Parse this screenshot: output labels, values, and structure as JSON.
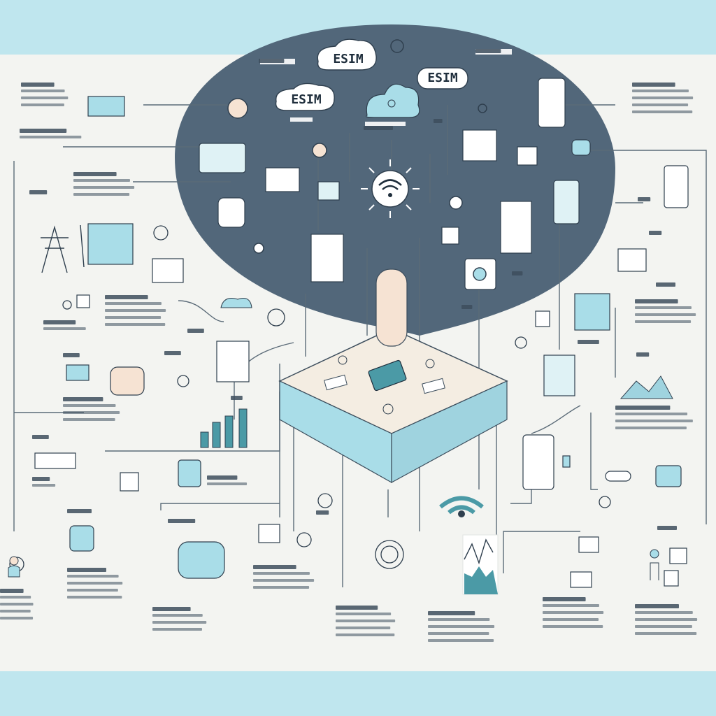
{
  "labels": {
    "bubble_top": "ESIM",
    "bubble_mid": "ESIM",
    "bubble_right": "ESIM"
  },
  "colors": {
    "page": "#f3f4f1",
    "frame": "#bfe6ee",
    "cloud": "#52677a",
    "accent": "#a9dde8",
    "teal": "#4b9aa6",
    "ink": "#2f3f4e",
    "peach": "#f6e3d3",
    "line": "#5b6b78"
  },
  "icons": [
    "wifi-icon",
    "cloud-icon",
    "phone-icon",
    "sim-chip-icon",
    "router-icon",
    "bar-chart-icon",
    "line-chart-icon",
    "house-icon",
    "lock-icon",
    "document-icon",
    "power-tower-icon",
    "lightbulb-icon",
    "person-icon",
    "speech-bubble-icon",
    "gear-icon",
    "signal-icon"
  ]
}
